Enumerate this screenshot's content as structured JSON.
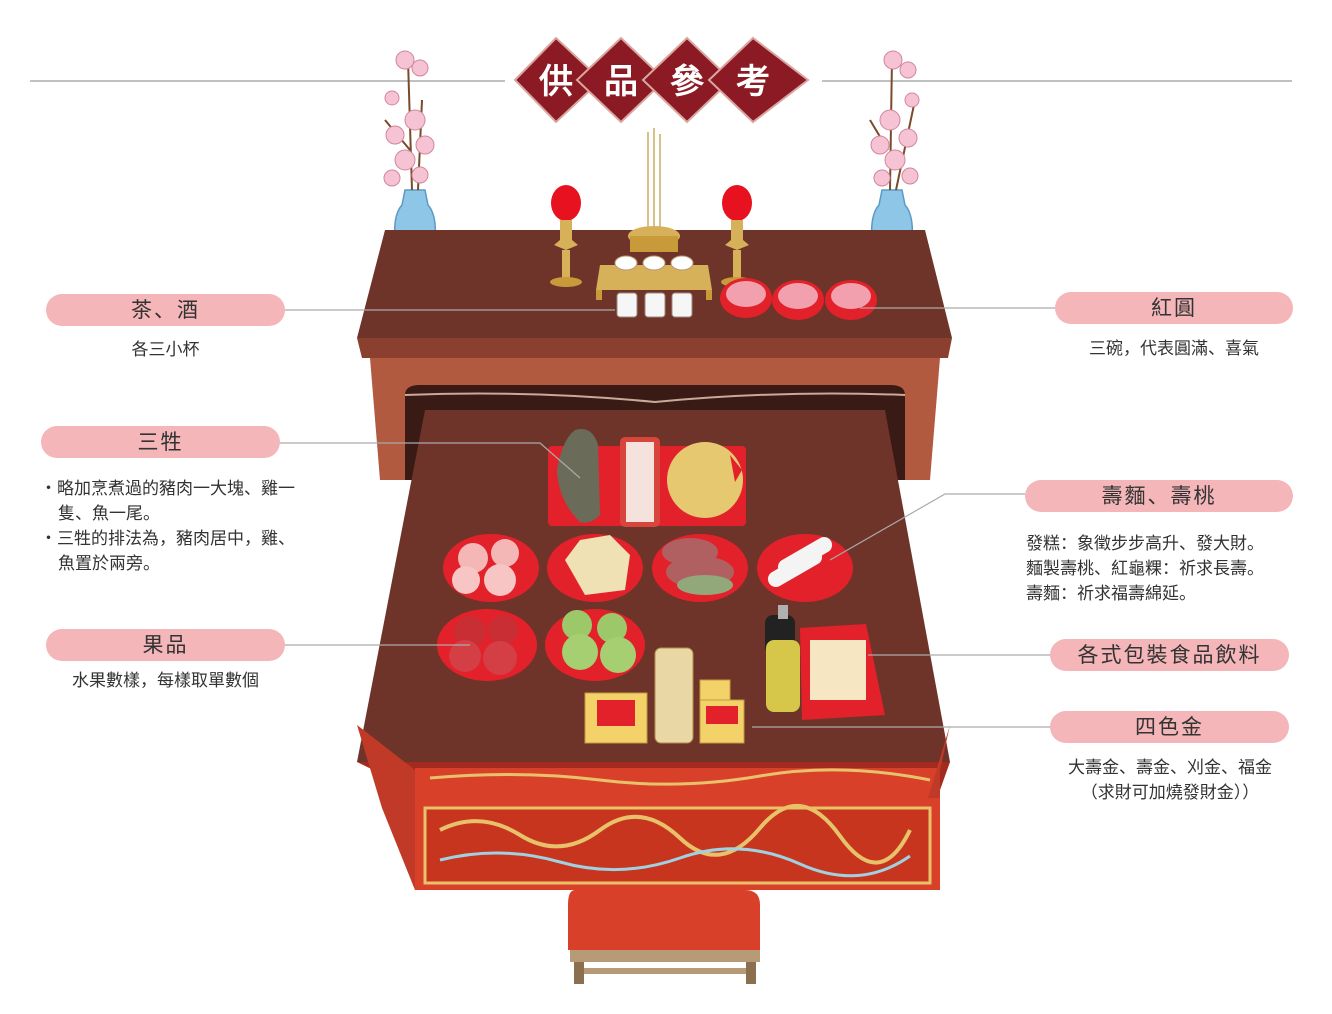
{
  "title": {
    "chars": [
      "供",
      "品",
      "參",
      "考"
    ]
  },
  "labels": {
    "tea_wine": {
      "name": "茶、酒",
      "desc": "各三小杯"
    },
    "hongyuan": {
      "name": "紅圓",
      "desc": "三碗，代表圓滿、喜氣"
    },
    "sansheng": {
      "name": "三牲",
      "desc": [
        "・略加烹煮過的豬肉一大塊、雞一",
        "隻、魚一尾。",
        "・三牲的排法為，豬肉居中，雞、",
        "魚置於兩旁。"
      ]
    },
    "shoumian": {
      "name": "壽麵、壽桃",
      "desc": [
        "發糕：象徵步步高升、發大財。",
        "麵製壽桃、紅龜粿：祈求長壽。",
        "壽麵：祈求福壽綿延。"
      ]
    },
    "fruit": {
      "name": "果品",
      "desc": "水果數樣，每樣取單數個"
    },
    "packaged": {
      "name": "各式包裝食品飲料"
    },
    "sisejin": {
      "name": "四色金",
      "desc": [
        "大壽金、壽金、刈金、福金",
        "（求財可加燒發財金））"
      ]
    }
  },
  "colors": {
    "pill": "#f4b6b9",
    "title_bg": "#8b1a24",
    "altar_top": "#6e3429",
    "altar_body": "#b15a40",
    "cabinet": "#d8402a",
    "plate": "#e3212b"
  }
}
